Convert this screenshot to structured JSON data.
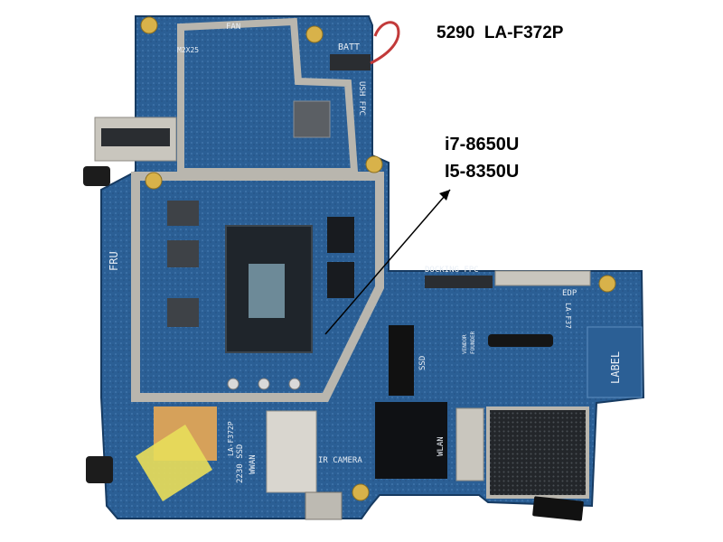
{
  "captions": {
    "model": "5290  LA-F372P",
    "cpu_option_1": "i7-8650U",
    "cpu_option_2": "I5-8350U"
  },
  "silkscreen": {
    "fan": "FAN",
    "batt": "BATT",
    "m2x25": "M2X25",
    "ush_fpc": "USH FPC",
    "fru": "FRU",
    "docking_fpc": "DOCKING FPC",
    "edp": "EDP",
    "la_f37": "LA-F37",
    "label": "LABEL",
    "ssd": "SSD",
    "vendor": "VENDOR",
    "founder": "FOUNDER",
    "ssd_2230": "2230 SSD",
    "wwan": "WWAN",
    "wlan": "WLAN",
    "ir_camera": "IR CAMERA",
    "board_code": "LA-F372P"
  },
  "colors": {
    "pcb": "#2b5f95",
    "pcb_dark": "#1d4470",
    "shield": "#b9b6ae",
    "cpu_die": "#6d8a98",
    "tape": "#e7dc5a",
    "pad": "#d6a15a"
  }
}
